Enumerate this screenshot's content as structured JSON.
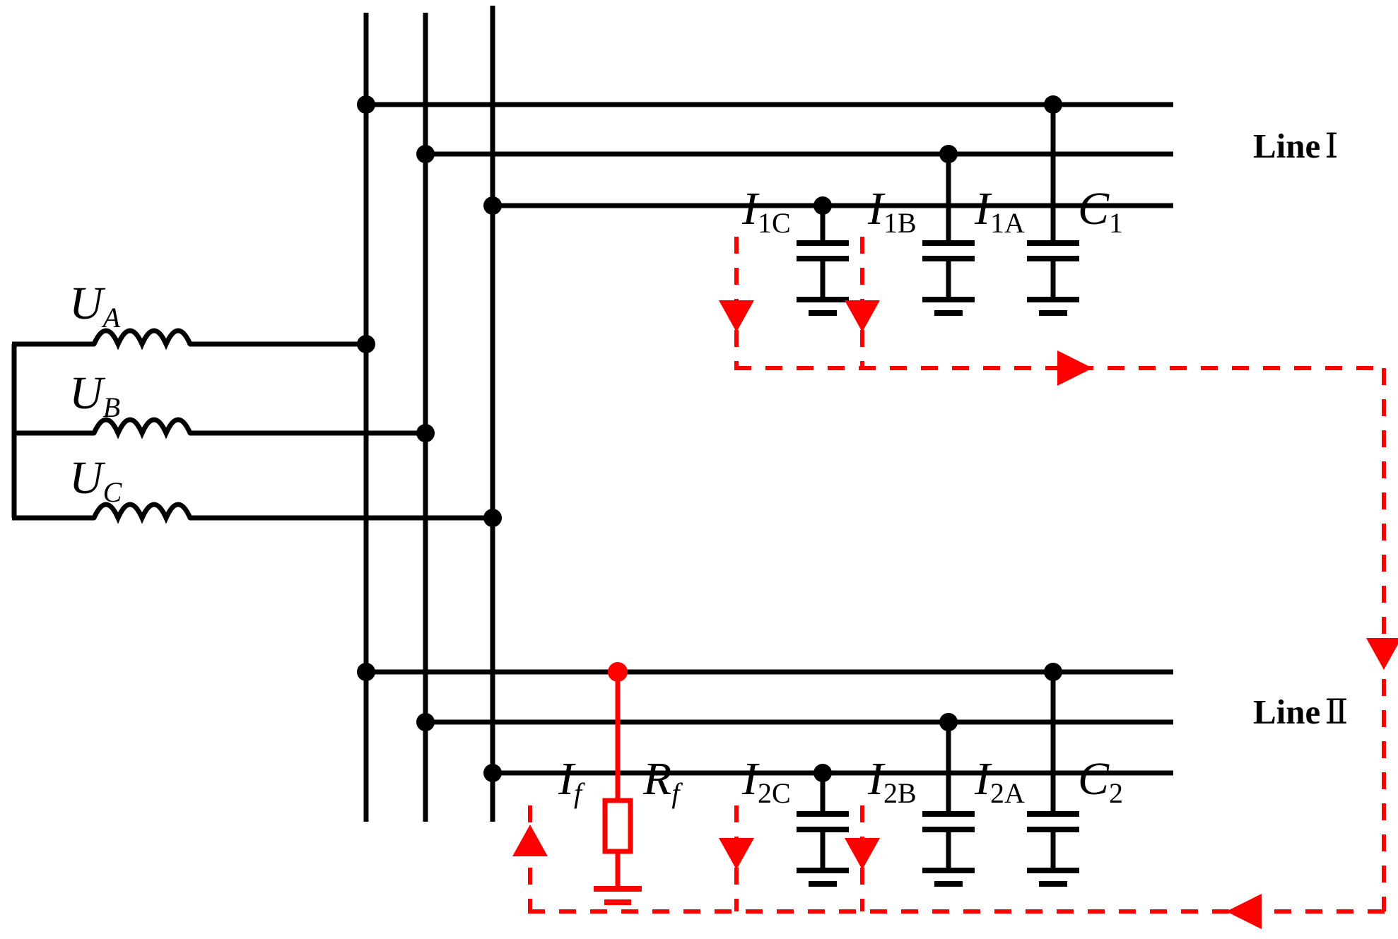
{
  "figure": {
    "kind": "circuit-schematic",
    "description": "Three-phase distribution network with two feeder lines and a single-phase-to-ground fault on Line II",
    "background_color": "#ffffff",
    "wire_color": "#000000",
    "fault_color": "#ff0000"
  },
  "source": {
    "name": "three-phase-voltage-source",
    "phases": [
      {
        "id": "A",
        "label_main": "U",
        "label_sub": "A"
      },
      {
        "id": "B",
        "label_main": "U",
        "label_sub": "B"
      },
      {
        "id": "C",
        "label_main": "U",
        "label_sub": "C"
      }
    ]
  },
  "lines": [
    {
      "id": "I",
      "label_text": "Line",
      "label_roman": "Ⅰ"
    },
    {
      "id": "II",
      "label_text": "Line",
      "label_roman": "Ⅱ"
    }
  ],
  "line1": {
    "capacitor_bank_label_main": "C",
    "capacitor_bank_label_sub": "1",
    "currents": [
      {
        "main": "I",
        "sub": "1C",
        "phase": "C"
      },
      {
        "main": "I",
        "sub": "1B",
        "phase": "B"
      },
      {
        "main": "I",
        "sub": "1A",
        "phase": "A"
      }
    ]
  },
  "line2": {
    "capacitor_bank_label_main": "C",
    "capacitor_bank_label_sub": "2",
    "currents": [
      {
        "main": "I",
        "sub": "2C",
        "phase": "C"
      },
      {
        "main": "I",
        "sub": "2B",
        "phase": "B"
      },
      {
        "main": "I",
        "sub": "2A",
        "phase": "A"
      }
    ]
  },
  "fault": {
    "current_label_main": "I",
    "current_label_sub": "f",
    "resistor_label_main": "R",
    "resistor_label_sub": "f",
    "located_on_line": "II",
    "faulted_phase": "A"
  }
}
